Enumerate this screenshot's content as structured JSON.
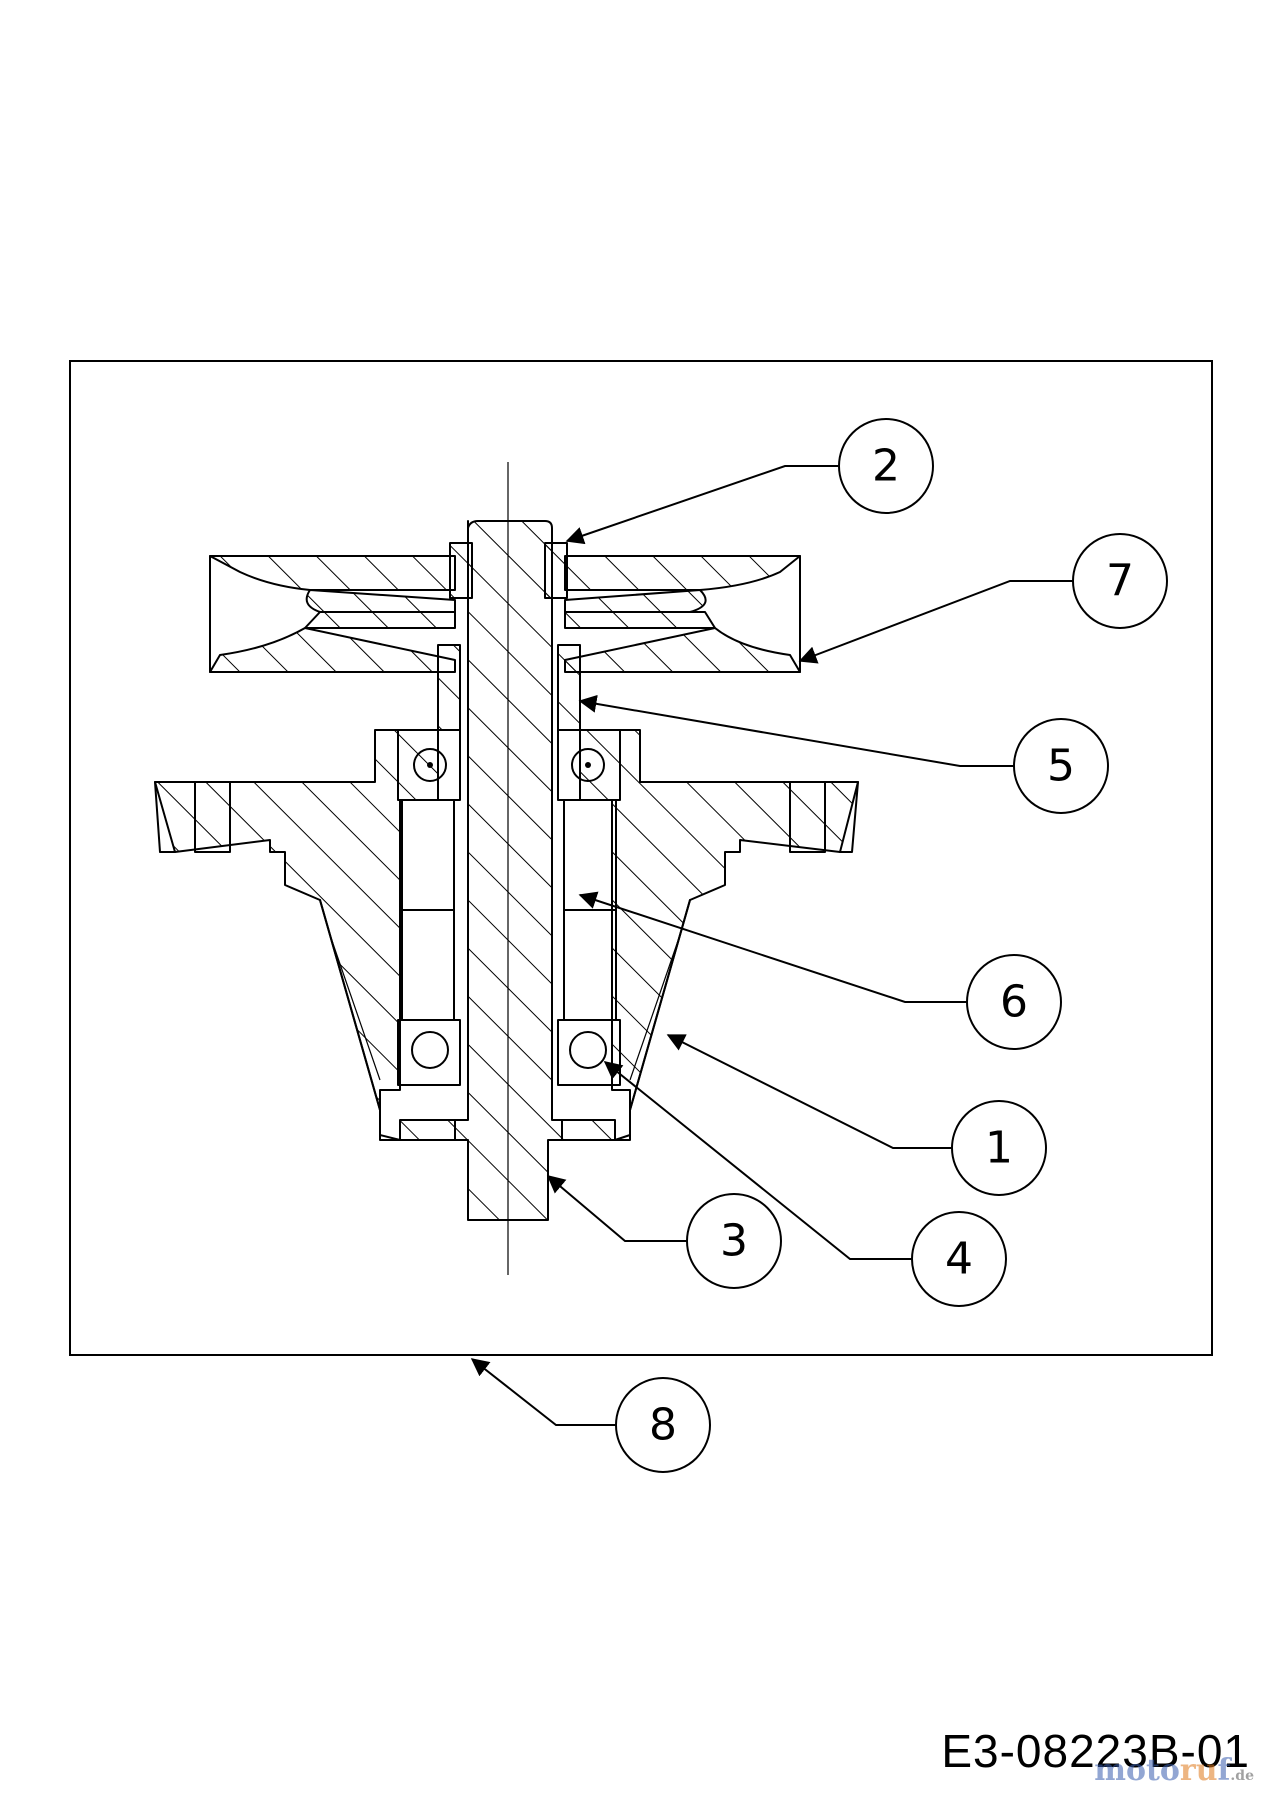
{
  "diagram": {
    "callouts": [
      {
        "number": "1"
      },
      {
        "number": "2"
      },
      {
        "number": "3"
      },
      {
        "number": "4"
      },
      {
        "number": "5"
      },
      {
        "number": "6"
      },
      {
        "number": "7"
      },
      {
        "number": "8"
      }
    ],
    "drawing_id": "E3-08223B-01",
    "watermark": {
      "part_a": "moto",
      "part_b": "ru",
      "part_c": "f",
      "part_d": ".de"
    }
  }
}
